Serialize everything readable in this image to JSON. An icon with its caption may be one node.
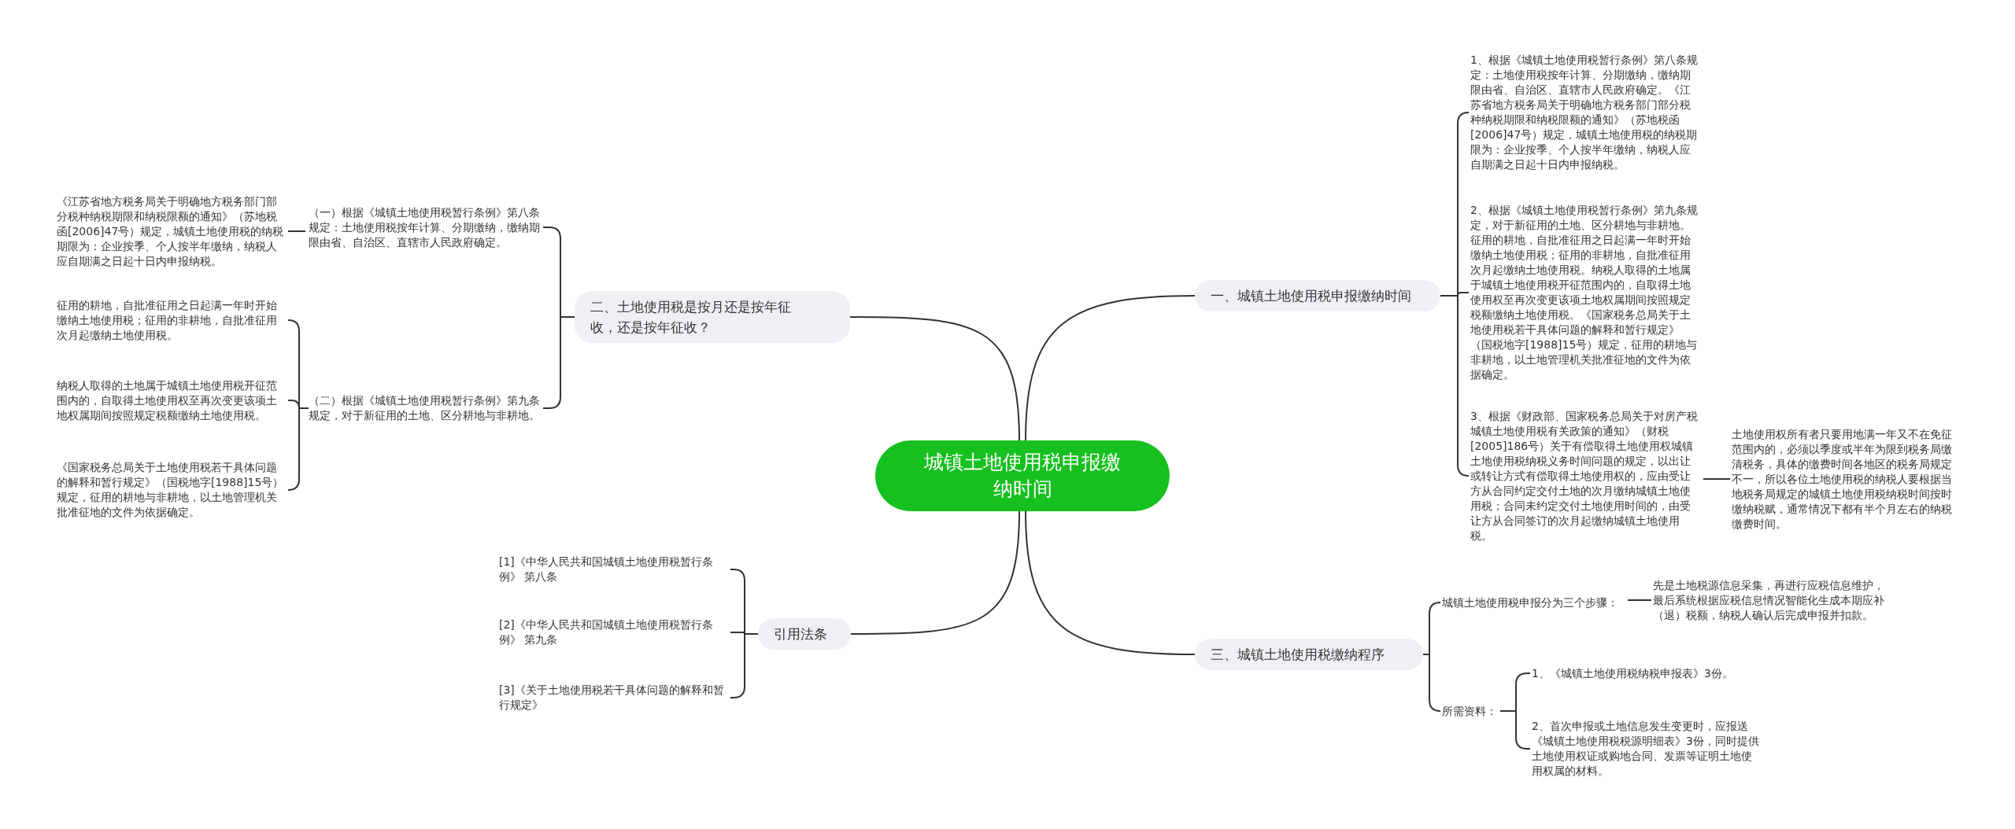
{
  "diagram": {
    "nodes": [
      {
        "text": [
          "城镇土地使用税申报缴纳时间"
        ]
      },
      {
        "text": [
          "一、城镇土地使用税申报缴纳时间"
        ]
      },
      {
        "text": [
          "1、根据《城镇土地使用税暂行条例》第八条规定：土地使用税按年计算、分期缴纳，缴纳期限由省、自治区、直辖市人民政府确定。《江苏省地方税务局关于明确地方税务部门部分税种纳税期限和纳税限额的通知》（苏地税函[2006]47号）规定，城镇土地使用税的纳税期限为：企业按季、个人按半年缴纳，纳税人应自期满之日起十日内申报纳税。"
        ]
      },
      {
        "text": [
          "2、根据《城镇土地使用税暂行条例》第九条规定，对于新征用的土地、区分耕地与非耕地。征用的耕地，自批准征用之日起满一年时开始缴纳土地使用税；征用的非耕地，自批准征用次月起缴纳土地使用税。纳税人取得的土地属于城镇土地使用税开征范围内的，自取得土地使用权至再次变更该项土地权属期间按照规定税额缴纳土地使用税。《国家税务总局关于土地使用税若干具体问题的解释和暂行规定》（国税地字[1988]15号）规定，征用的耕地与非耕地，以土地管理机关批准征地的文件为依据确定。"
        ]
      },
      {
        "text": [
          "3、根据《财政部、国家税务总局关于对房产税城镇土地使用税有关政策的通知》（财税[2005]186号）关于有偿取得土地使用权城镇土地使用税纳税义务时间问题的规定，以出让或转让方式有偿取得土地使用权的，应由受让方从合同约定交付土地的次月缴纳城镇土地使用税；合同未约定交付土地使用时间的，由受让方从合同签订的次月起缴纳城镇土地使用税。"
        ]
      },
      {
        "text": [
          "土地使用权所有者只要用地满一年又不在免征范围内的，必须以季度或半年为限到税务局缴清税务，具体的缴费时间各地区的税务局规定不一，所以各位土地使用税的纳税人要根据当地税务局规定的城镇土地使用税纳税时间按时缴纳税赋，通常情况下都有半个月左右的纳税缴费时间。"
        ]
      },
      {
        "text": [
          "二、土地使用税是按月还是按年征收，还是按年征收？"
        ]
      },
      {
        "text": [
          "（一）根据《城镇土地使用税暂行条例》第八条规定：土地使用税按年计算、分期缴纳，缴纳期限由省、自治区、直辖市人民政府确定。"
        ]
      },
      {
        "text": [
          "《江苏省地方税务局关于明确地方税务部门部分税种纳税期限和纳税限额的通知》（苏地税函[2006]47号）规定，城镇土地使用税的纳税期限为：企业按季、个人按半年缴纳，纳税人应自期满之日起十日内申报纳税。"
        ]
      },
      {
        "text": [
          "（二）根据《城镇土地使用税暂行条例》第九条规定，对于新征用的土地、区分耕地与非耕地。"
        ]
      },
      {
        "text": [
          "征用的耕地，自批准征用之日起满一年时开始缴纳土地使用税；征用的非耕地，自批准征用次月起缴纳土地使用税。"
        ]
      },
      {
        "text": [
          "纳税人取得的土地属于城镇土地使用税开征范围内的，自取得土地使用权至再次变更该项土地权属期间按照规定税额缴纳土地使用税。"
        ]
      },
      {
        "text": [
          "《国家税务总局关于土地使用税若干具体问题的解释和暂行规定》（国税地字[1988]15号）规定，征用的耕地与非耕地，以土地管理机关批准征地的文件为依据确定。"
        ]
      },
      {
        "text": [
          "三、城镇土地使用税缴纳程序"
        ]
      },
      {
        "text": [
          "城镇土地使用税申报分为三个步骤："
        ]
      },
      {
        "text": [
          "先是土地税源信息采集，再进行应税信息维护，最后系统根据应税信息情况智能化生成本期应补（退）税额，纳税人确认后完成申报并扣款。"
        ]
      },
      {
        "text": [
          "所需资料："
        ]
      },
      {
        "text": [
          "1、《城镇土地使用税纳税申报表》3份。"
        ]
      },
      {
        "text": [
          "2、首次申报或土地信息发生变更时，应报送《城镇土地使用税税源明细表》3份，同时提供土地使用权证或购地合同、发票等证明土地使用权属的材料。"
        ]
      },
      {
        "text": [
          "引用法条"
        ]
      },
      {
        "text": [
          "[1]《中华人民共和国城镇土地使用税暂行条例》 第八条"
        ]
      },
      {
        "text": [
          "[2]《中华人民共和国城镇土地使用税暂行条例》 第九条"
        ]
      },
      {
        "text": [
          "[3]《关于土地使用税若干具体问题的解释和暂行规定》"
        ]
      }
    ],
    "edges": [
      {
        "from": 0,
        "to": 1,
        "arrow": "none"
      },
      {
        "from": 1,
        "to": 2,
        "arrow": "none"
      },
      {
        "from": 1,
        "to": 3,
        "arrow": "none"
      },
      {
        "from": 1,
        "to": 4,
        "arrow": "none"
      },
      {
        "from": 4,
        "to": 5,
        "arrow": "none"
      },
      {
        "from": 0,
        "to": 6,
        "arrow": "none"
      },
      {
        "from": 6,
        "to": 7,
        "arrow": "none"
      },
      {
        "from": 7,
        "to": 8,
        "arrow": "none"
      },
      {
        "from": 6,
        "to": 9,
        "arrow": "none"
      },
      {
        "from": 9,
        "to": 10,
        "arrow": "none"
      },
      {
        "from": 9,
        "to": 11,
        "arrow": "none"
      },
      {
        "from": 9,
        "to": 12,
        "arrow": "none"
      },
      {
        "from": 0,
        "to": 13,
        "arrow": "none"
      },
      {
        "from": 13,
        "to": 14,
        "arrow": "none"
      },
      {
        "from": 14,
        "to": 15,
        "arrow": "none"
      },
      {
        "from": 13,
        "to": 16,
        "arrow": "none"
      },
      {
        "from": 16,
        "to": 17,
        "arrow": "none"
      },
      {
        "from": 16,
        "to": 18,
        "arrow": "none"
      },
      {
        "from": 0,
        "to": 19,
        "arrow": "none"
      },
      {
        "from": 19,
        "to": 20,
        "arrow": "none"
      },
      {
        "from": 19,
        "to": 21,
        "arrow": "none"
      },
      {
        "from": 19,
        "to": 22,
        "arrow": "none"
      }
    ]
  }
}
